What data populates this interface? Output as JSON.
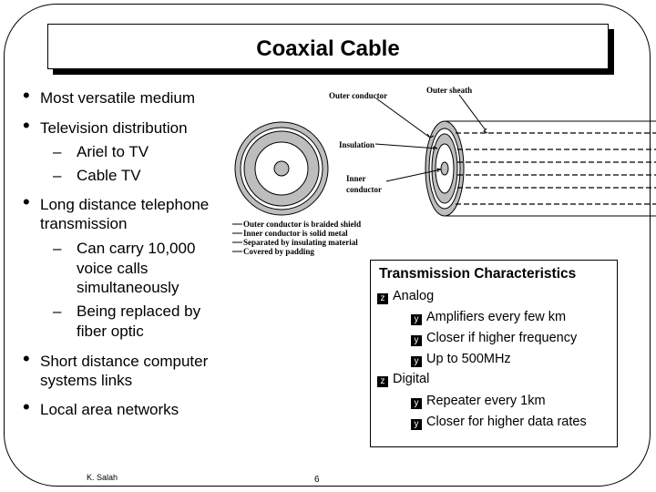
{
  "title": "Coaxial Cable",
  "bullets": {
    "b1": "Most versatile medium",
    "b2": "Television distribution",
    "b2_sub1": "Ariel to TV",
    "b2_sub2": "Cable TV",
    "b3_line1": "Long distance telephone",
    "b3_line2": "transmission",
    "b3_sub1_l1": "Can carry 10,000",
    "b3_sub1_l2": "voice calls",
    "b3_sub1_l3": "simultaneously",
    "b3_sub2_l1": "Being replaced by",
    "b3_sub2_l2": "fiber optic",
    "b4_line1": "Short distance computer",
    "b4_line2": "systems links",
    "b5": "Local area networks"
  },
  "diagram": {
    "outer_conductor": "Outer conductor",
    "outer_sheath": "Outer sheath",
    "insulation": "Insulation",
    "inner_l1": "Inner",
    "inner_l2": "conductor",
    "notes": [
      "Outer conductor is braided shield",
      "Inner conductor is solid metal",
      "Separated by insulating material",
      "Covered by padding"
    ]
  },
  "transmission": {
    "title": "Transmission Characteristics",
    "analog": "Analog",
    "analog_items": [
      "Amplifiers every few km",
      "Closer if higher frequency",
      "Up to 500MHz"
    ],
    "digital": "Digital",
    "digital_items": [
      "Repeater every 1km",
      "Closer for higher data rates"
    ]
  },
  "footer": {
    "author": "K. Salah",
    "page": "6"
  }
}
